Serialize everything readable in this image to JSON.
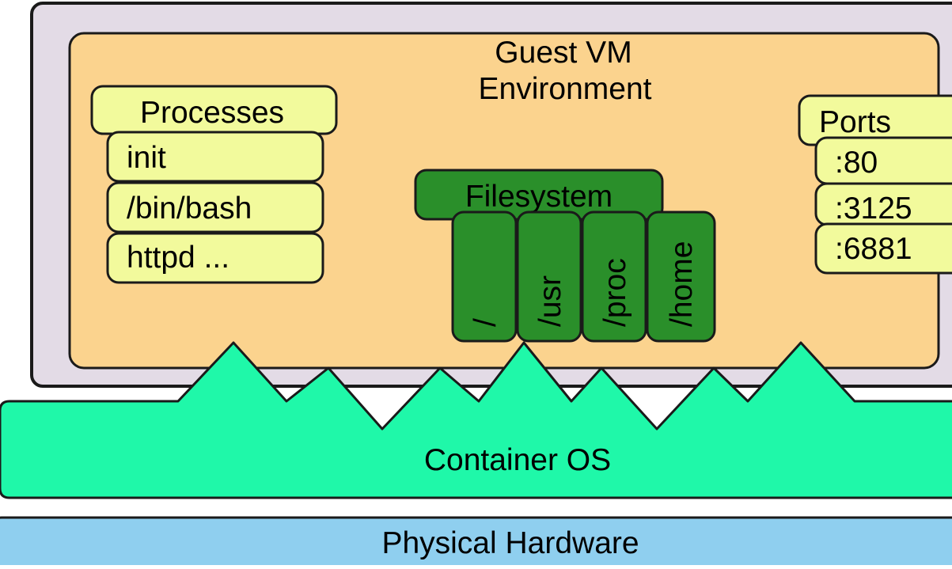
{
  "guest_vm": {
    "title_line1": "Guest VM",
    "title_line2": "Environment"
  },
  "processes": {
    "header": "Processes",
    "items": [
      "init",
      "/bin/bash",
      "httpd ..."
    ]
  },
  "filesystem": {
    "header": "Filesystem",
    "dirs": [
      "/",
      "/usr",
      "/proc",
      "/home"
    ]
  },
  "ports": {
    "header": "Ports",
    "items": [
      ":80",
      ":3125",
      ":6881"
    ]
  },
  "container_os": {
    "label": "Container OS"
  },
  "physical_hardware": {
    "label": "Physical Hardware"
  },
  "colors": {
    "outer_frame": "#e3dbe6",
    "guest_vm": "#fbd38e",
    "label_box": "#f2fa9c",
    "filesystem": "#2a8f2a",
    "container_os": "#1ff8a9",
    "hardware": "#8fcfef",
    "stroke": "#1a1a1a"
  }
}
